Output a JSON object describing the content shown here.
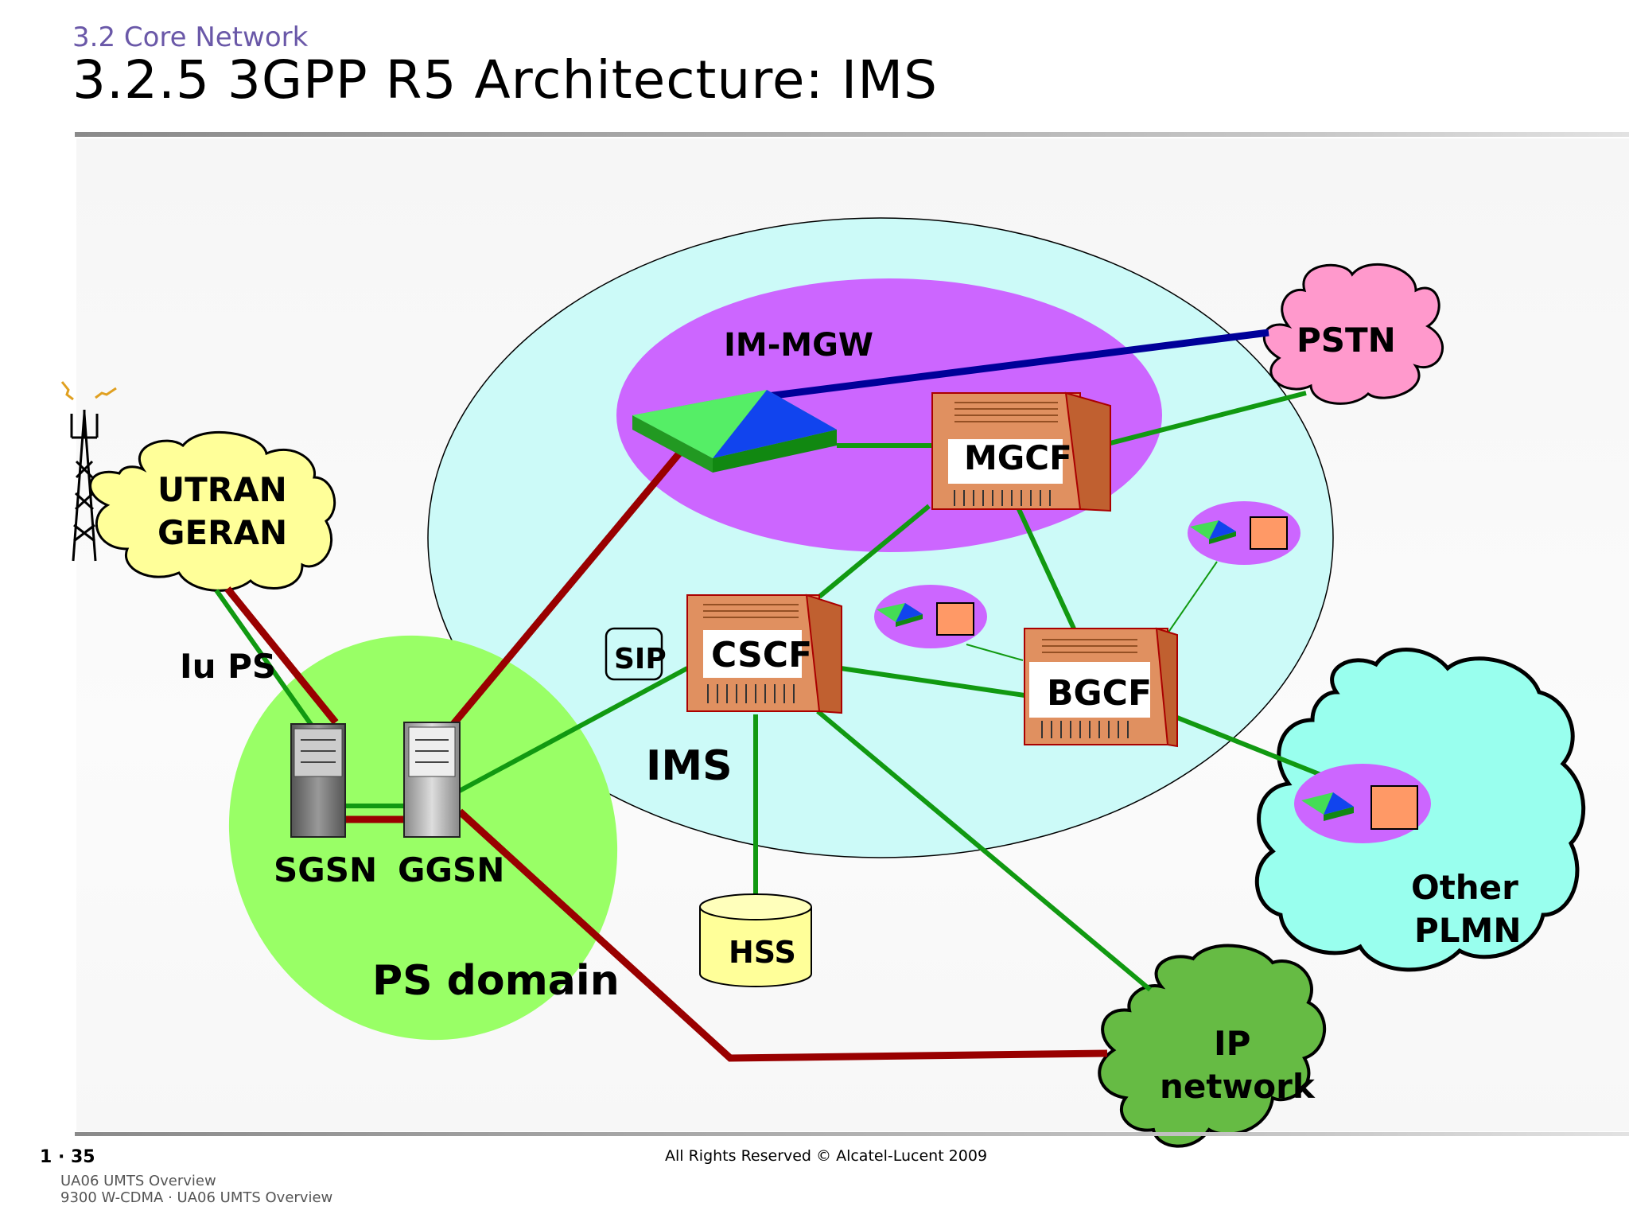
{
  "header": {
    "section": "3.2 Core Network",
    "title": "3.2.5 3GPP R5 Architecture: IMS"
  },
  "diagram": {
    "nodes": {
      "im_mgw": "IM-MGW",
      "pstn": "PSTN",
      "mgcf": "MGCF",
      "utran_geran_line1": "UTRAN",
      "utran_geran_line2": "GERAN",
      "iu_ps": "Iu PS",
      "sip": "SIP",
      "cscf": "CSCF",
      "bgcf": "BGCF",
      "ims": "IMS",
      "sgsn": "SGSN",
      "ggsn": "GGSN",
      "ps_domain": "PS domain",
      "hss": "HSS",
      "other_plmn_line1": "Other",
      "other_plmn_line2": "PLMN",
      "ip_network_line1": "IP",
      "ip_network_line2": "network"
    },
    "colors": {
      "ims_region": "#ccfaf8",
      "mgw_region": "#cc66ff",
      "ps_region": "#99ff66",
      "pstn_cloud": "#ff99cc",
      "utran_cloud": "#ffff99",
      "other_plmn_cloud": "#99ffee",
      "ip_cloud": "#66bb44",
      "signalling_link": "#119911",
      "bearer_link": "#990000",
      "pstn_trunk": "#000099",
      "hss": "#ffff99"
    }
  },
  "footer": {
    "page": "1 · 35",
    "copyright": "All Rights Reserved © Alcatel-Lucent 2009",
    "line1": "UA06 UMTS Overview",
    "line2": "9300 W-CDMA · UA06 UMTS Overview"
  }
}
